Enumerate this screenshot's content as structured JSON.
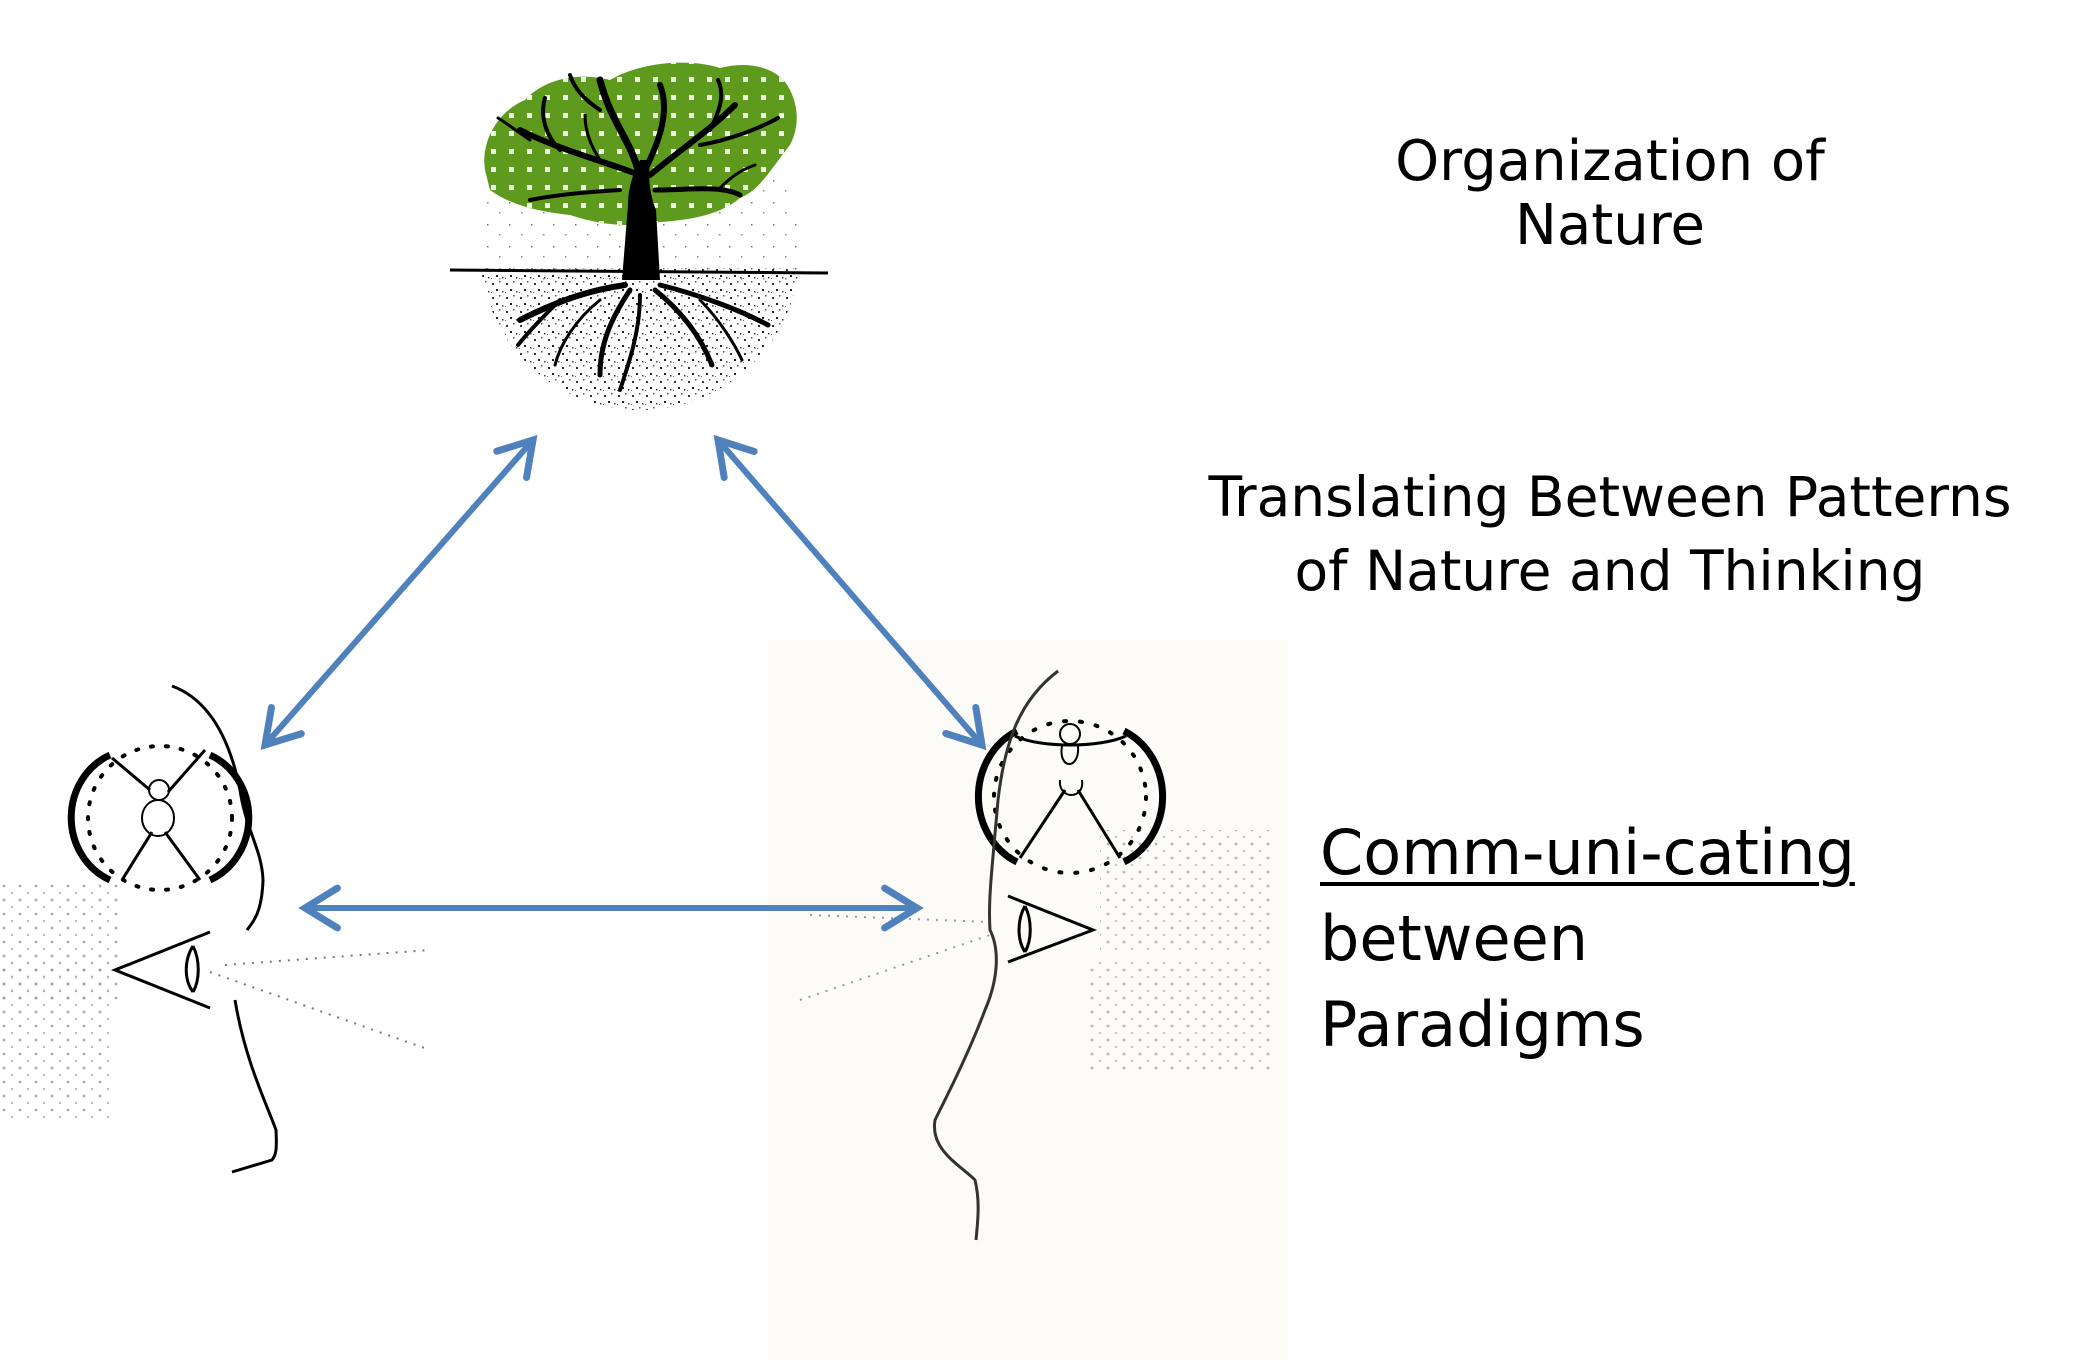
{
  "diagram": {
    "nodes": {
      "nature": {
        "icon": "tree-icon",
        "label_lines": [
          "Organization of",
          "Nature"
        ]
      },
      "person_left": {
        "icon": "face-profile-icon",
        "figure": "vitruvian-man-icon",
        "eye": "eye-icon"
      },
      "person_right": {
        "icon": "face-profile-icon",
        "figure": "vitruvian-woman-icon",
        "eye": "eye-icon"
      }
    },
    "captions": {
      "translating": [
        "Translating Between Patterns",
        "of Nature and Thinking"
      ],
      "communicating_title": "Comm-uni-cating",
      "communicating_sub": "between Paradigms"
    },
    "edges": [
      {
        "from": "nature",
        "to": "person_left",
        "type": "bidirectional"
      },
      {
        "from": "nature",
        "to": "person_right",
        "type": "bidirectional"
      },
      {
        "from": "person_left",
        "to": "person_right",
        "type": "bidirectional"
      }
    ],
    "colors": {
      "arrow": "#4F81BD",
      "foliage": "#5E9A1E",
      "ink": "#000000"
    }
  }
}
